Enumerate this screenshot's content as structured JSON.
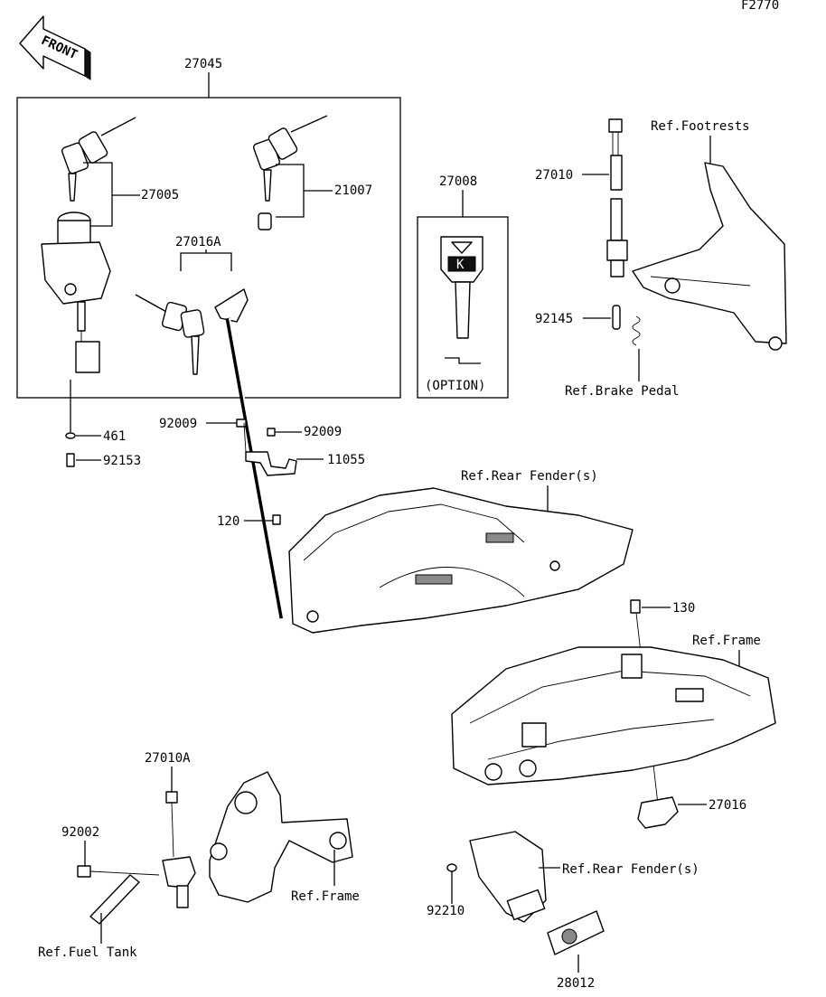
{
  "diagram": {
    "figure_id": "F2770",
    "front_label": "FRONT",
    "brand_letter": "K",
    "parts": {
      "p27045": "27045",
      "p27005": "27005",
      "p21007": "21007",
      "p27016A": "27016A",
      "p27008": "27008",
      "option": "(OPTION)",
      "p27010": "27010",
      "p92145": "92145",
      "p461": "461",
      "p92153": "92153",
      "p92009a": "92009",
      "p92009b": "92009",
      "p11055": "11055",
      "p120": "120",
      "p130": "130",
      "p27016": "27016",
      "p27010A": "27010A",
      "p92002": "92002",
      "p92210": "92210",
      "p28012": "28012"
    },
    "refs": {
      "footrests": "Ref.Footrests",
      "brake_pedal": "Ref.Brake Pedal",
      "rear_fender_1": "Ref.Rear Fender(s)",
      "frame_1": "Ref.Frame",
      "frame_2": "Ref.Frame",
      "rear_fender_2": "Ref.Rear Fender(s)",
      "fuel_tank": "Ref.Fuel Tank"
    }
  }
}
